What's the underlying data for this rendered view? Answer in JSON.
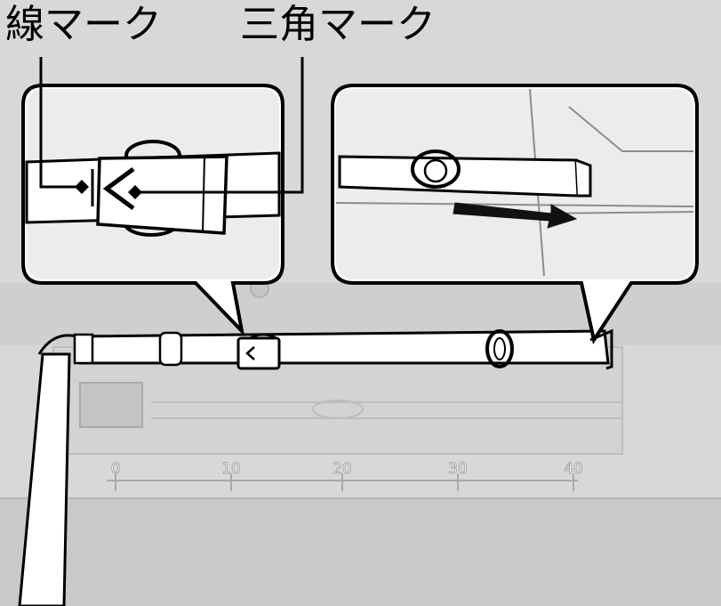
{
  "labels": {
    "line_mark": "線マーク",
    "triangle_mark": "三角マーク"
  },
  "scale_ticks": [
    "0",
    "10",
    "20",
    "30",
    "40"
  ],
  "colors": {
    "background": "#d8d8d8",
    "outline": "#000000",
    "belt_fill": "#ffffff",
    "arrow": "#111111"
  },
  "icons": {
    "direction": "arrow-right-icon",
    "triangle_mark": "triangle-left-icon"
  }
}
